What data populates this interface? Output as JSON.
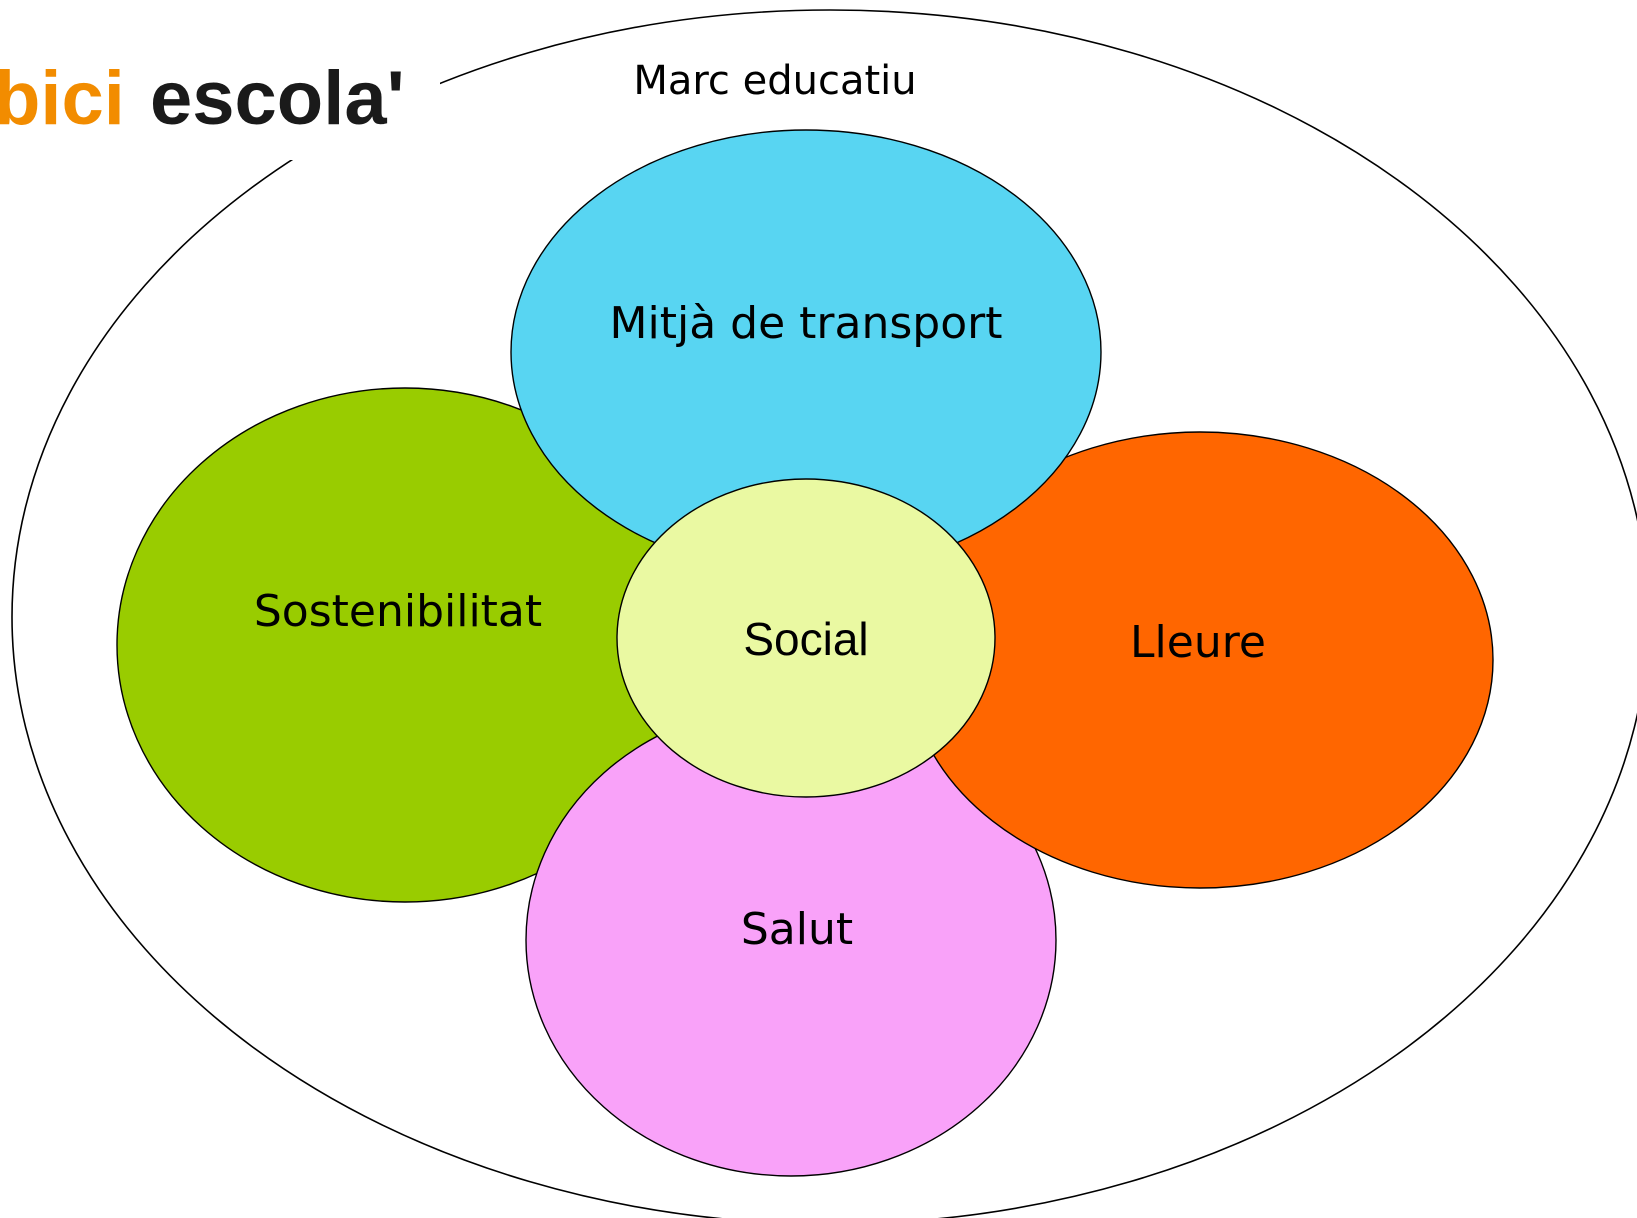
{
  "logo": {
    "word1": "bici",
    "word2": "escola'",
    "word1_color": "#F28C00",
    "word2_color": "#1A1A1A"
  },
  "frame": {
    "label": "Marc educatiu"
  },
  "nodes": {
    "transport": {
      "label": "Mitjà de transport",
      "color": "#58D5F2"
    },
    "sustainability": {
      "label": "Sostenibilitat",
      "color": "#99CC00"
    },
    "leisure": {
      "label": "Lleure",
      "color": "#FF6600"
    },
    "health": {
      "label": "Salut",
      "color": "#F9A2F9"
    },
    "social": {
      "label": "Social",
      "color": "#EAF9A2"
    }
  }
}
